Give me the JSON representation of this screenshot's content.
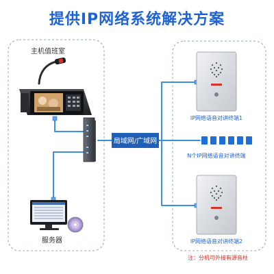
{
  "title": "提供IP网络系统解决方案",
  "left_group": {
    "host_label": "主机值班室",
    "server_label": "服务器"
  },
  "network": {
    "label": "局域网/广域网"
  },
  "right_group": {
    "terminal_1_label": "IP网络语音对讲终端1",
    "terminal_n_label": "N个IP网络语音对讲终端",
    "terminal_2_label": "IP网络语音对讲终端2"
  },
  "note": "注：分机可外接有源音柱",
  "colors": {
    "title": "#1e63d6",
    "cable": "#3b8fe0",
    "network_box": "#1f5fb8",
    "note": "#e0261b",
    "dashed_border": "#8fa8a0"
  }
}
